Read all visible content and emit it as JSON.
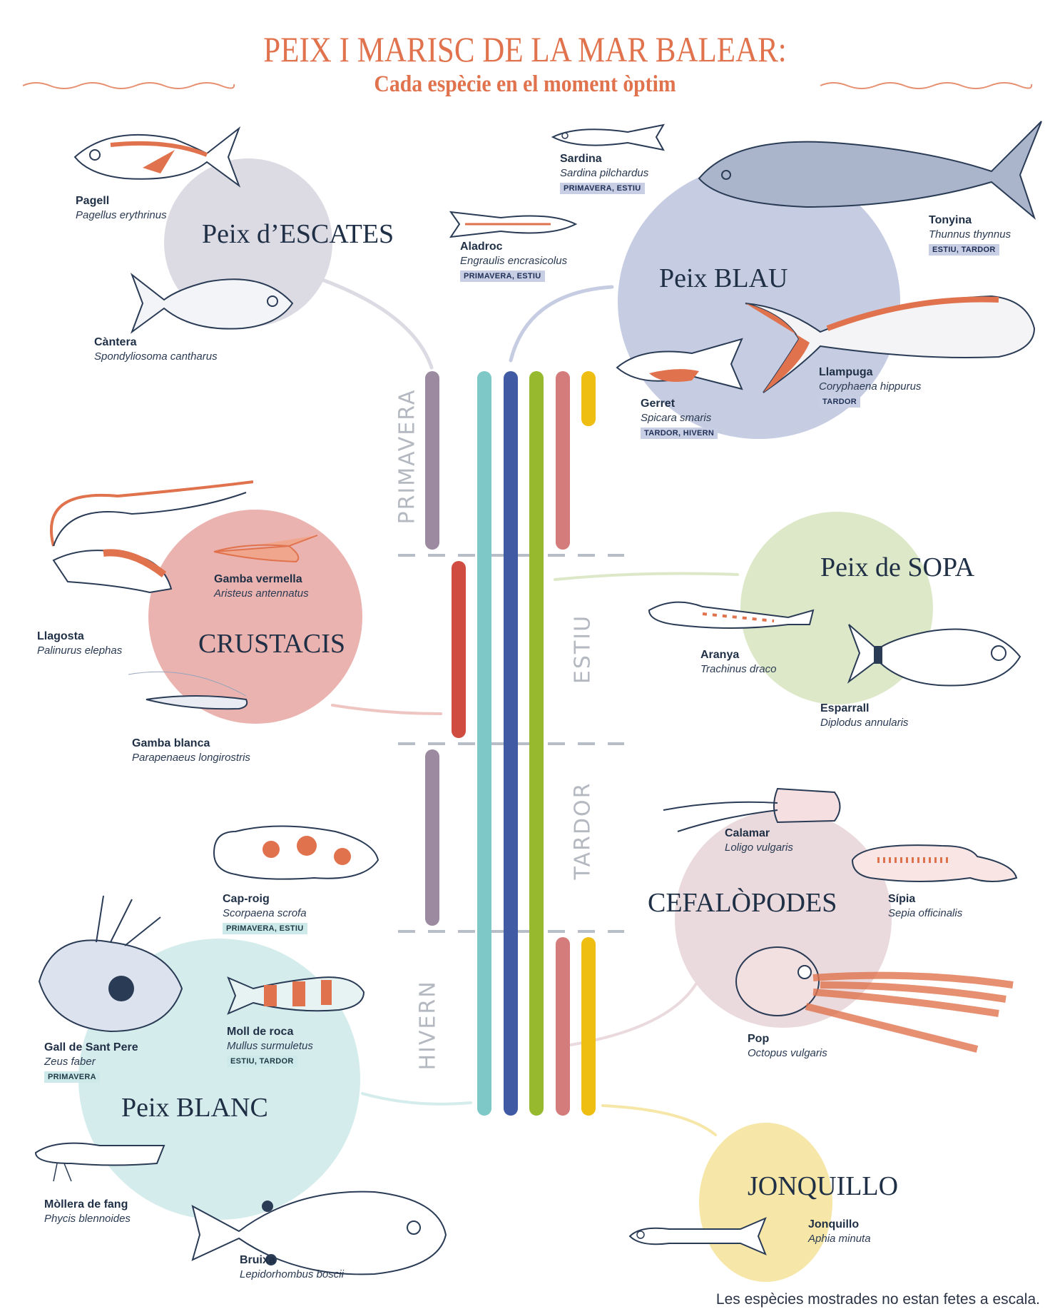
{
  "header": {
    "title": "PEIX I MARISC DE LA MAR BALEAR:",
    "subtitle": "Cada espècie en el moment òptim"
  },
  "colors": {
    "accent": "#e0734d",
    "text": "#1f2f45",
    "escates": "#9b8aa0",
    "crustacis": "#d04b40",
    "blanc": "#7ec8c8",
    "blau": "#405aa4",
    "sopa": "#96b92e",
    "cefalopodes": "#d47b7b",
    "jonquillo": "#efbe12"
  },
  "seasons": [
    "PRIMAVERA",
    "ESTIU",
    "TARDOR",
    "HIVERN"
  ],
  "categories": {
    "escates": {
      "title": "Peix d’ESCATES",
      "species": [
        {
          "common": "Pagell",
          "latin": "Pagellus erythrinus"
        },
        {
          "common": "Càntera",
          "latin": "Spondyliosoma cantharus"
        }
      ]
    },
    "blau": {
      "title": "Peix BLAU",
      "species": [
        {
          "common": "Sardina",
          "latin": "Sardina pilchardus",
          "season": "PRIMAVERA, ESTIU"
        },
        {
          "common": "Aladroc",
          "latin": "Engraulis encrasicolus",
          "season": "PRIMAVERA, ESTIU"
        },
        {
          "common": "Tonyina",
          "latin": "Thunnus thynnus",
          "season": "ESTIU, TARDOR"
        },
        {
          "common": "Llampuga",
          "latin": "Coryphaena hippurus",
          "season": "TARDOR"
        },
        {
          "common": "Gerret",
          "latin": "Spicara smaris",
          "season": "TARDOR, HIVERN"
        }
      ]
    },
    "crustacis": {
      "title": "CRUSTACIS",
      "species": [
        {
          "common": "Gamba vermella",
          "latin": "Aristeus antennatus"
        },
        {
          "common": "Llagosta",
          "latin": "Palinurus elephas"
        },
        {
          "common": "Gamba blanca",
          "latin": "Parapenaeus longirostris"
        }
      ]
    },
    "sopa": {
      "title": "Peix de SOPA",
      "species": [
        {
          "common": "Aranya",
          "latin": "Trachinus draco"
        },
        {
          "common": "Esparrall",
          "latin": "Diplodus annularis"
        }
      ]
    },
    "cefalopodes": {
      "title": "CEFALÒPODES",
      "species": [
        {
          "common": "Calamar",
          "latin": "Loligo vulgaris"
        },
        {
          "common": "Sípia",
          "latin": "Sepia officinalis"
        },
        {
          "common": "Pop",
          "latin": "Octopus vulgaris"
        }
      ]
    },
    "blanc": {
      "title": "Peix BLANC",
      "species": [
        {
          "common": "Cap-roig",
          "latin": "Scorpaena scrofa",
          "season": "PRIMAVERA, ESTIU"
        },
        {
          "common": "Gall de Sant Pere",
          "latin": "Zeus faber",
          "season": "PRIMAVERA"
        },
        {
          "common": "Moll de roca",
          "latin": "Mullus surmuletus",
          "season": "ESTIU, TARDOR"
        },
        {
          "common": "Mòllera de fang",
          "latin": "Phycis blennoides"
        },
        {
          "common": "Bruixa",
          "latin": "Lepidorhombus boscii"
        }
      ]
    },
    "jonquillo": {
      "title": "JONQUILLO",
      "species": [
        {
          "common": "Jonquillo",
          "latin": "Aphia minuta"
        }
      ]
    }
  },
  "timeline": [
    {
      "category": "escates",
      "color": "#9b8aa0",
      "ranges": [
        [
          0,
          1
        ],
        [
          2,
          3
        ]
      ]
    },
    {
      "category": "crustacis",
      "color": "#d04b40",
      "ranges": [
        [
          1,
          2
        ]
      ]
    },
    {
      "category": "blanc",
      "color": "#7ec8c8",
      "ranges": [
        [
          0,
          4
        ]
      ]
    },
    {
      "category": "blau",
      "color": "#405aa4",
      "ranges": [
        [
          0,
          4
        ]
      ]
    },
    {
      "category": "sopa",
      "color": "#96b92e",
      "ranges": [
        [
          0,
          4
        ]
      ]
    },
    {
      "category": "cefalopodes",
      "color": "#d47b7b",
      "ranges": [
        [
          0,
          1
        ],
        [
          3,
          4
        ]
      ]
    },
    {
      "category": "jonquillo",
      "color": "#efbe12",
      "ranges": [
        [
          0,
          0.33
        ],
        [
          3,
          4
        ]
      ]
    }
  ],
  "footnote": "Les espècies mostrades no estan fetes a escala."
}
